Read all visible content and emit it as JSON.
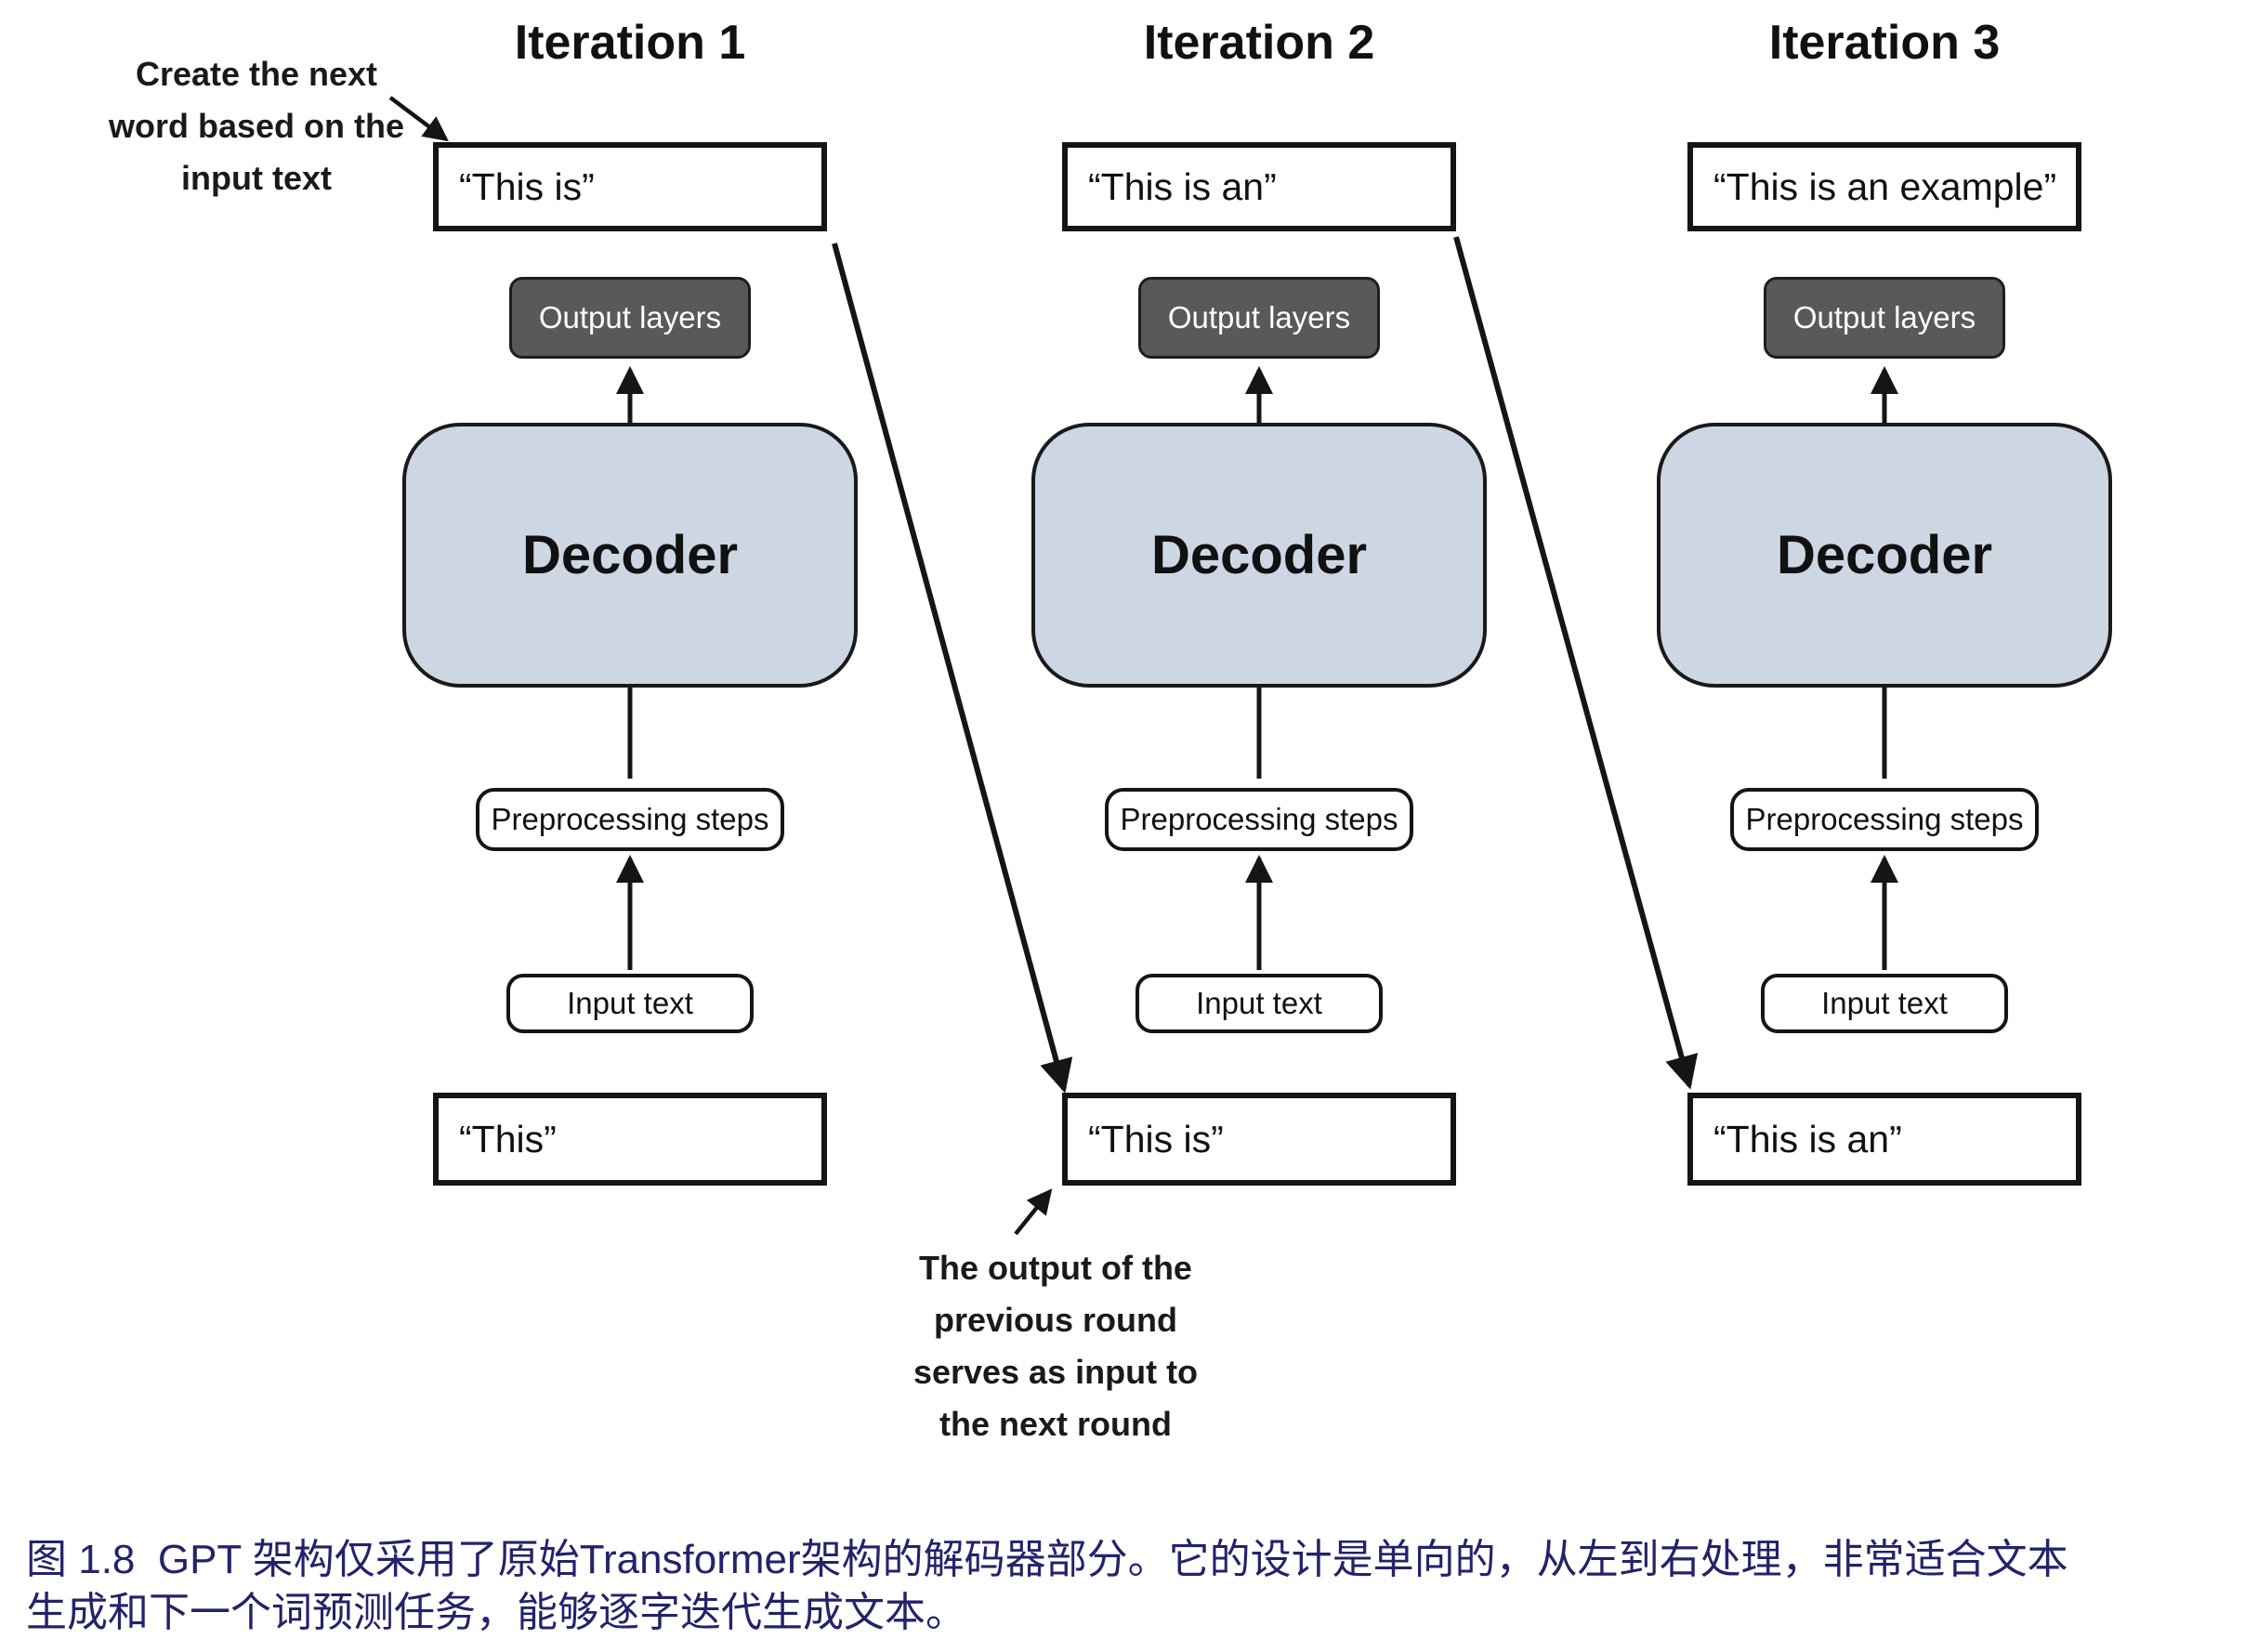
{
  "figure": {
    "annotation_top": [
      "Create the next",
      "word based on the",
      "input text"
    ],
    "annotation_bottom": [
      "The output of the",
      "previous round",
      "serves as input to",
      "the next round"
    ],
    "iterations": [
      {
        "title": "Iteration 1",
        "output_text": "“This is”",
        "output_layers_label": "Output layers",
        "decoder_label": "Decoder",
        "preprocessing_label": "Preprocessing steps",
        "input_label": "Input text",
        "input_text": "“This”"
      },
      {
        "title": "Iteration 2",
        "output_text": "“This is an”",
        "output_layers_label": "Output layers",
        "decoder_label": "Decoder",
        "preprocessing_label": "Preprocessing steps",
        "input_label": "Input text",
        "input_text": "“This is”"
      },
      {
        "title": "Iteration 3",
        "output_text": "“This is an example”",
        "output_layers_label": "Output layers",
        "decoder_label": "Decoder",
        "preprocessing_label": "Preprocessing steps",
        "input_label": "Input text",
        "input_text": "“This is an”"
      }
    ],
    "caption_line1": "图 1.8  GPT 架构仅采用了原始Transformer架构的解码器部分。它的设计是单向的，从左到右处理，非常适合文本",
    "caption_line2": "生成和下一个词预测任务，能够逐字迭代生成文本。"
  },
  "colors": {
    "decoder-fill": "#ccd7e3",
    "output-layers-fill": "#595959",
    "output-layers-text": "#ffffff",
    "line-black": "#151515",
    "caption-text": "#23236b"
  }
}
